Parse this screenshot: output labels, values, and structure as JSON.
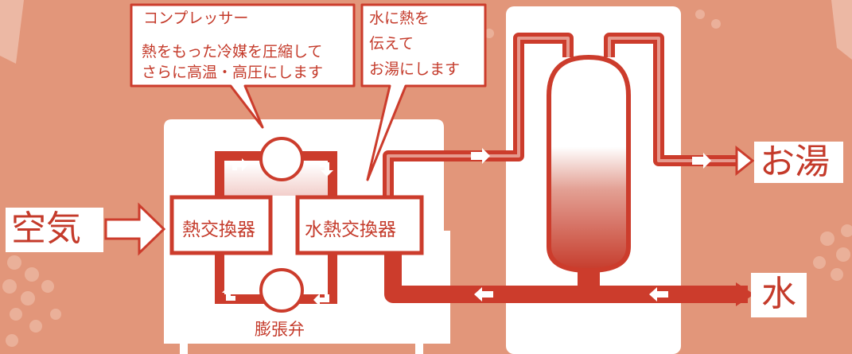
{
  "callouts": {
    "compressor": {
      "title": "コンプレッサー",
      "line1": "熱をもった冷媒を圧縮して",
      "line2": "さらに高温・高圧にします"
    },
    "water_heat": {
      "line1": "水に熱を",
      "line2": "伝えて",
      "line3": "お湯にします"
    }
  },
  "components": {
    "heat_exchanger": "熱交換器",
    "water_heat_exchanger": "水熱交換器",
    "expansion_valve": "膨張弁"
  },
  "io": {
    "air": "空気",
    "hot_water": "お湯",
    "water": "水"
  },
  "colors": {
    "background": "#e2967a",
    "pipe": "#cc3c2c",
    "panel": "#ffffff"
  }
}
